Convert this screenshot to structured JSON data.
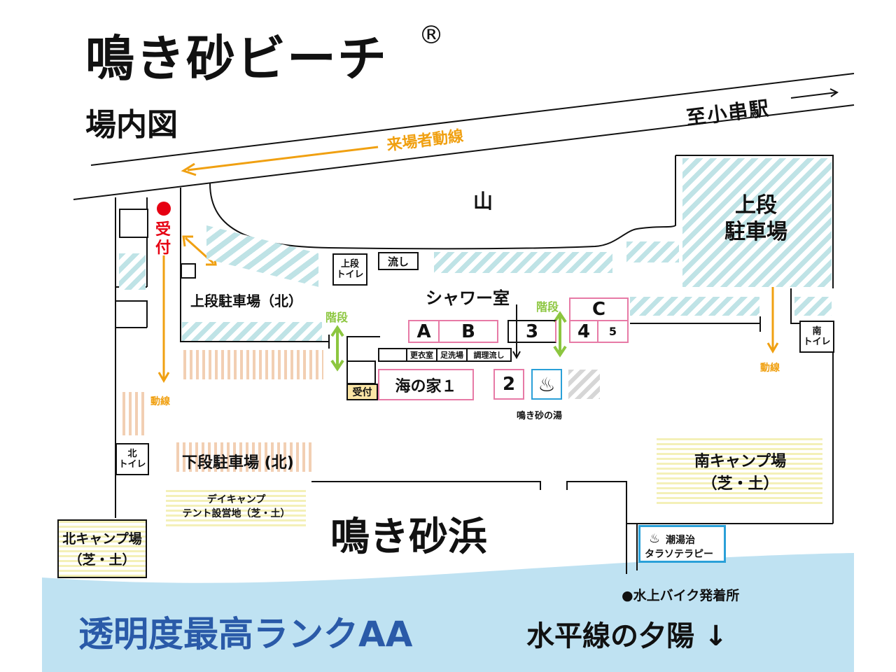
{
  "title": "鳴き砂ビーチ",
  "registered": "®",
  "subtitle": "場内図",
  "station": {
    "label": "至小串駅",
    "arrow": "→"
  },
  "visitor_flow": "来場者動線",
  "mountain": "山",
  "reception_main": "受付",
  "upper_parking": "上段\n駐車場",
  "upper_parking_north": "上段駐車場（北）",
  "lower_parking_north": "下段駐車場 (北)",
  "stairs_left": "階段",
  "stairs_right": "階段",
  "shower_room": "シャワー室",
  "toilet_upper": "上段\nトイレ",
  "sink": "流し",
  "toilet_north": "北\nトイレ",
  "toilet_south": "南\nトイレ",
  "flow_left": "動線",
  "flow_right": "動線",
  "units": {
    "a": "A",
    "b": "B",
    "c": "C",
    "three": "3",
    "four": "4",
    "five": "5",
    "two": "2"
  },
  "facilities": {
    "changing": "更衣室",
    "footwash": "足洗場",
    "cooking": "調理流し",
    "down_arrow": "↓"
  },
  "reception_small": "受付",
  "beach_house": "海の家１",
  "onsen_label": "鳴き砂の湯",
  "onsen_icon": "♨",
  "south_camp": "南キャンプ場\n（芝・土）",
  "day_camp": "デイキャンプ\nテント設営地（芝・土）",
  "north_camp": "北キャンプ場\n（芝・土）",
  "beach": "鳴き砂浜",
  "thalasso": {
    "icon": "♨",
    "line1": "潮湯治",
    "line2": "タラソテラピー"
  },
  "jetski": "●水上バイク発着所",
  "clarity": "透明度最高ランクAA",
  "sunset": "水平線の夕陽 ↓",
  "colors": {
    "orange": "#f0a011",
    "green": "#8cc63f",
    "red": "#e60012",
    "blue_text": "#2a5aa8",
    "sea": "#bfe2f2",
    "pink": "#e77aa6",
    "cyan": "#2aa0d8"
  }
}
